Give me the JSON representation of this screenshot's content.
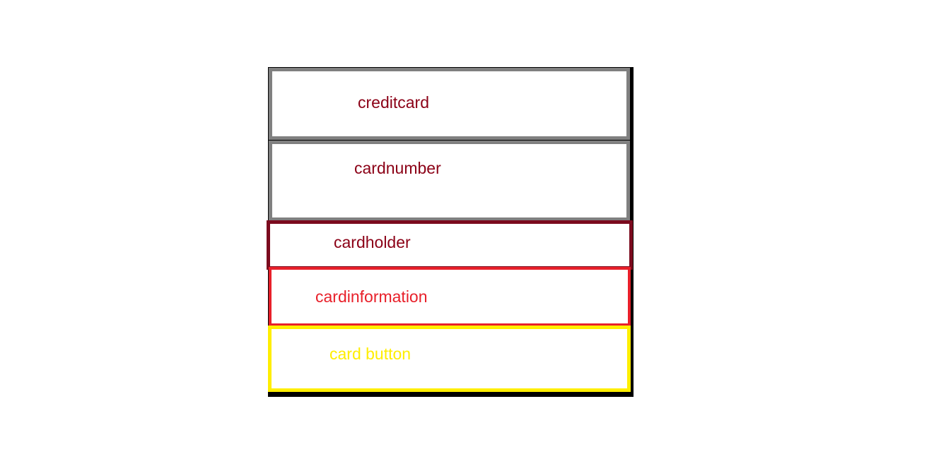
{
  "boxes": [
    {
      "label": "creditcard",
      "border_color": "#808080",
      "text_color": "#8b0016"
    },
    {
      "label": "cardnumber",
      "border_color": "#808080",
      "text_color": "#8b0016"
    },
    {
      "label": "cardholder",
      "border_color": "#7b0a1e",
      "text_color": "#8b0016"
    },
    {
      "label": "cardinformation",
      "border_color": "#e8202a",
      "text_color": "#e8202a"
    },
    {
      "label": "card button",
      "border_color": "#ffee00",
      "text_color": "#ffee00"
    }
  ]
}
